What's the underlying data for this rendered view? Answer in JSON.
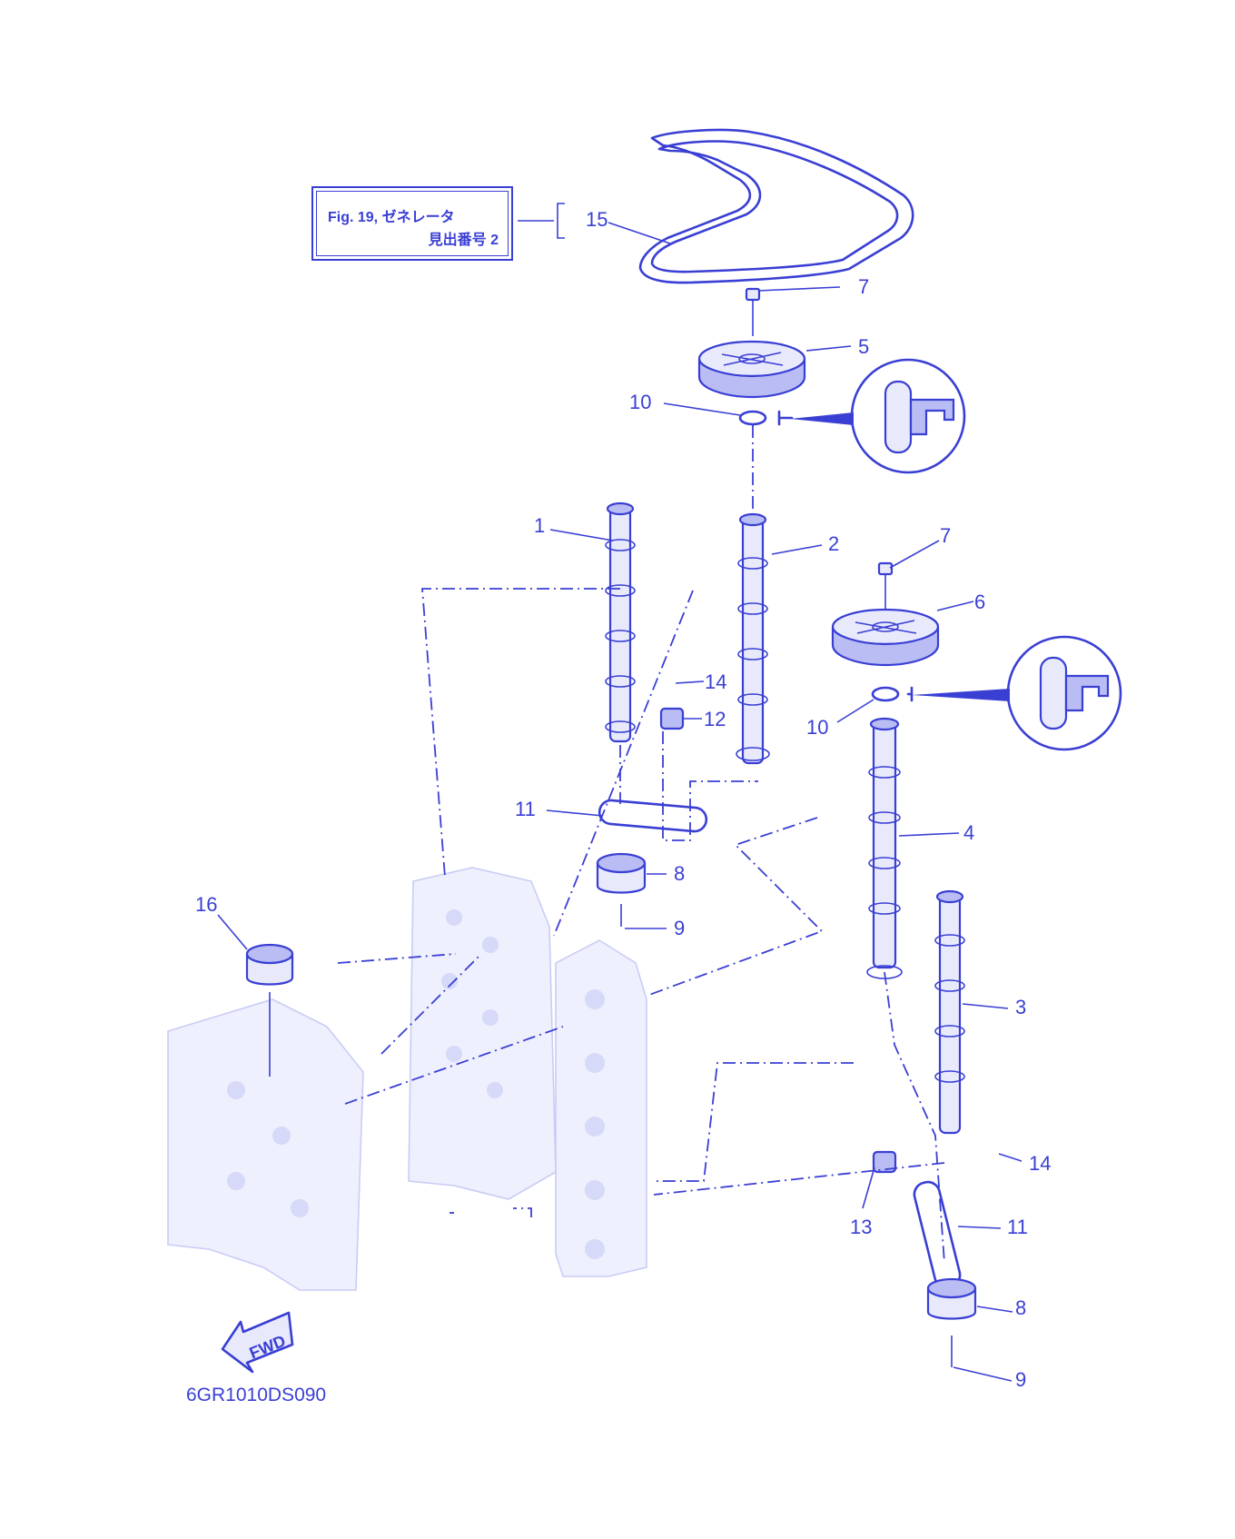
{
  "reference_box": {
    "line1": "Fig. 19, ゼネレータ",
    "line2": "見出番号 2"
  },
  "callouts": {
    "c1": "1",
    "c2": "2",
    "c3": "3",
    "c4": "4",
    "c5": "5",
    "c6": "6",
    "c7a": "7",
    "c7b": "7",
    "c8a": "8",
    "c8b": "8",
    "c9a": "9",
    "c9b": "9",
    "c10a": "10",
    "c10b": "10",
    "c11a": "11",
    "c11b": "11",
    "c12": "12",
    "c13": "13",
    "c14a": "14",
    "c14b": "14",
    "c15": "15",
    "c16": "16"
  },
  "fwd_arrow_text": "FWD",
  "diagram_code": "6GR1010DS090",
  "colors": {
    "ink": "#3a3fd4",
    "ghost": "#eef0fd"
  }
}
